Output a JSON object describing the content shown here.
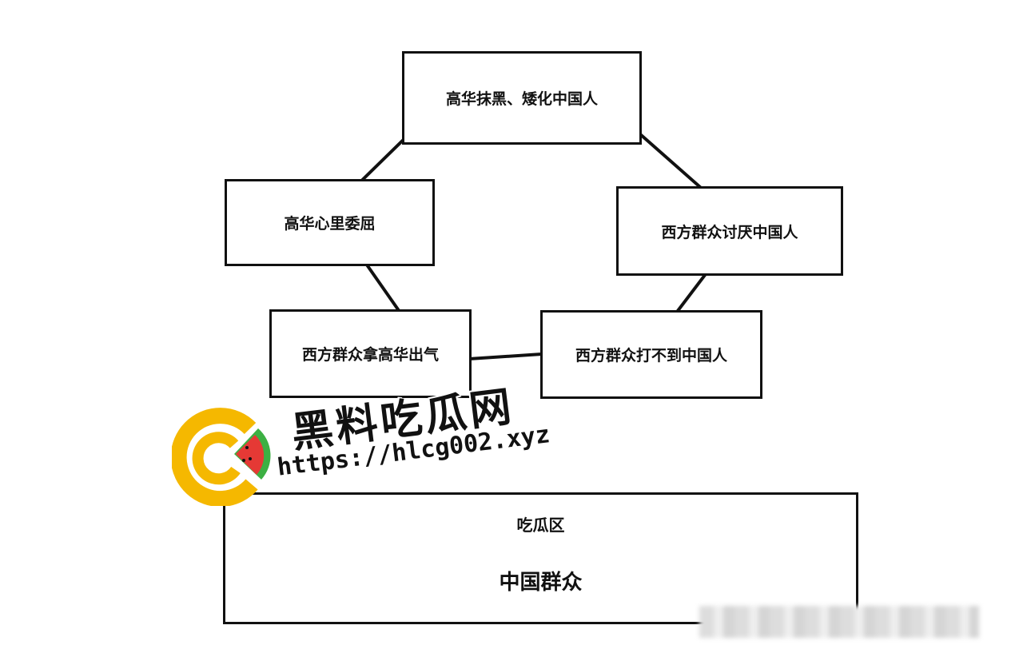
{
  "nodes": {
    "top": "高华抹黑、矮化中国人",
    "right": "西方群众讨厌中国人",
    "bottom_right": "西方群众打不到中国人",
    "bottom_left": "西方群众拿高华出气",
    "left": "高华心里委屈"
  },
  "zone": {
    "label": "吃瓜区",
    "title": "中国群众"
  },
  "watermark": {
    "name": "黑料吃瓜网",
    "url": "https://hlcg002.xyz",
    "colors": {
      "ring": "#f5b800",
      "melon_red": "#e53935",
      "melon_green": "#3cb043"
    }
  }
}
